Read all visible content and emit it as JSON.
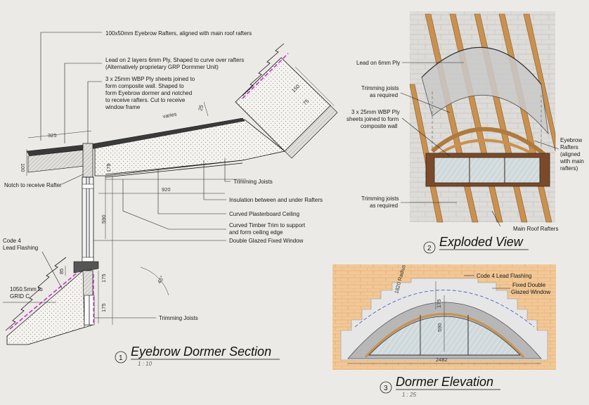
{
  "colors": {
    "paper": "#eceae6",
    "insulation": "#f4f3ef",
    "timber": "#c9914f",
    "brick": "#f2c896",
    "lead": "#b7b7b7",
    "membrane_accent": "#c633c6",
    "dimension_blue": "#3d4fbd"
  },
  "section": {
    "number": "1",
    "title": "Eyebrow Dormer Section",
    "scale": "1 : 10",
    "labels": {
      "rafters": "100x50mm Eyebrow Rafters, aligned with main roof rafters",
      "lead_1": "Lead on 2 layers 6mm Ply, Shaped to curve over rafters",
      "lead_2": "(Alternatively proprietary GRP Dormmer Unit)",
      "ply_1": "3 x 25mm WBP Ply sheets joined to",
      "ply_2": "form composite wall. Shaped to",
      "ply_3": "form Eyebrow dormer and notched",
      "ply_4": "to receive rafters. Cut to receive",
      "ply_5": "window frame",
      "notch": "Notch to receive Rafter",
      "trimming_joists_upper": "Trimming Joists",
      "insulation": "Insulation between and under Rafters",
      "ceiling": "Curved Plasterboard Ceiling",
      "trim_1": "Curved Timber Trim to support",
      "trim_2": "and form ceiling edge",
      "window": "Double Glazed Fixed Window",
      "flashing_1": "Code 4",
      "flashing_2": "Lead Flashing",
      "grid_1": "1050.5mm to",
      "grid_2": "GRID C",
      "trimming_joists_lower": "Trimming Joists"
    },
    "dimensions": {
      "overhang": "325",
      "varies": "varies",
      "d100": "100",
      "d920": "920",
      "d178": "178",
      "d590": "590",
      "d175a": "175",
      "d175b": "175",
      "d85": "85",
      "d75": "75",
      "d150": "150",
      "d25": "25",
      "angle": "45°"
    }
  },
  "exploded": {
    "number": "2",
    "title": "Exploded View",
    "labels": {
      "lead": "Lead on 6mm Ply",
      "joists_top_1": "Trimming joists",
      "joists_top_2": "as required",
      "ply_1": "3 x 25mm WBP Ply",
      "ply_2": "sheets joined to form",
      "ply_3": "composite wall",
      "joists_bottom_1": "Trimming joists",
      "joists_bottom_2": "as required",
      "rafters_1": "Eyebrow",
      "rafters_2": "Rafters",
      "rafters_3": "(aligned",
      "rafters_4": "with main",
      "rafters_5": "rafters)",
      "main_rafters": "Main Roof Rafters"
    }
  },
  "elevation": {
    "number": "3",
    "title": "Dormer Elevation",
    "scale": "1 : 25",
    "labels": {
      "flashing": "Code 4 Lead Flashing",
      "window_1": "Fixed Double",
      "window_2": "Glazed Window"
    },
    "dimensions": {
      "radius": "1820 Radius",
      "d175": "175",
      "d590": "590",
      "width": "2482"
    }
  }
}
